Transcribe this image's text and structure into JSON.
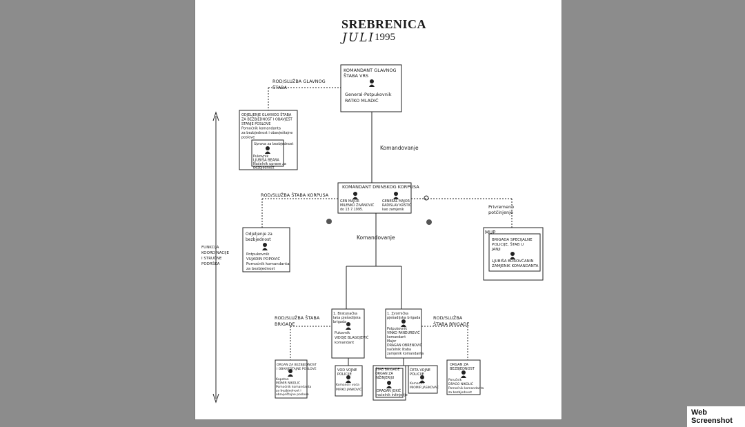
{
  "header": {
    "title": "SREBRENICA",
    "month": "JULI",
    "year": "1995"
  },
  "badge": "Web Screenshot",
  "nodes": {
    "main_staff": [
      "KOMANDANT GLAVNOG",
      "ŠTABA VRS",
      "General-Potpukovnik",
      "RATKO MLADIĆ"
    ],
    "security_admin": [
      "ODJELJENJE GLAVNOG ŠTABA",
      "ZA BEZBJEDNOST I OBAVJEŠT",
      "STANJE POSLOVE",
      "Pomoćnik komandanta",
      "za bezbjednost i obavještajne",
      "poslove",
      "Uprava za bezbjednost",
      "Pukovnik",
      "LJUBIŠA BEARA",
      "Načelnik uprave za",
      "bezbjednost"
    ],
    "corps_commander": [
      "KOMANDANT DRINSKOG KORPUSA",
      "GENERAL MAJOR",
      "RADISLAV KRSTIĆ",
      "kao zamjenik",
      "GEN MAJOR",
      "MILENKO ŽIVANOVIĆ",
      "do 13.7.1995."
    ],
    "corps_security": [
      "Odjeljenje za",
      "bezbjednost",
      "Potpukovnik",
      "VUJADIN POPOVIĆ",
      "Pomoćnik komandanta",
      "za bezbjednost"
    ],
    "mup": [
      "MUP",
      "BRIGADA SPECIJALNE",
      "POLICIJE, ŠTAB U",
      "JANJI",
      "LJUBIŠA BOROVČANIN",
      "ZAMJENIK KOMANDANTA"
    ],
    "bratunac": [
      "1. Bratunačka",
      "laka pješadijska",
      "brigada",
      "Pukovnik",
      "VIDOJE BLAGOJEVIĆ",
      "komandant"
    ],
    "zvornik": [
      "1. Zvornička",
      "pješadijska brigada",
      "Potpukovnik",
      "VINKO PANDUREVIĆ",
      "komandant",
      "Major",
      "DRAGAN OBRENOVIĆ",
      "načelnik štaba",
      "zamjenik komandanta"
    ],
    "bratunac_security": [
      "ORGAN ZA BEZBJEDNOST",
      "I OBAVJEŠTAJNE POSLOVE",
      "Kapetan",
      "MOMIR NIKOLIĆ",
      "Pomoćnik komandanta",
      "za bezbjednost i",
      "obavještajne poslove"
    ],
    "police_b": [
      "VOD VOJNE",
      "POLICIJE",
      "Komandir voda",
      "MIRKO JANKOVIĆ"
    ],
    "engineering": [
      "ŠTAB BRIGADE",
      "ORGAN ZA",
      "INŽINJERIJU",
      "DRAGAN JOKIĆ",
      "načelnik inžinjerije"
    ],
    "police_z": [
      "ČETA VOJNE",
      "POLICIJE",
      "Komandir",
      "MIOMIR JASIKOVAC"
    ],
    "zvornik_security": [
      "ORGAN ZA",
      "BEZBJEDNOST",
      "Poručnik",
      "DRAGO NIKOLIĆ",
      "Pomoćnik komandanta",
      "za bezbjednost"
    ]
  },
  "labels": {
    "rod_main": [
      "ROD/SLUŽBA GLAVNOG",
      "ŠTABA"
    ],
    "komandovanje": "Komandovanje",
    "rod_corps": "ROD/SLUŽBA ŠTABA KORPUSA",
    "privremeno": [
      "Privremeno",
      "potčinjenje"
    ],
    "funkcija": [
      "FUNKCIJA",
      "KOORDINACIJE",
      "I STRUČNE",
      "PODRŠKA"
    ],
    "rod_brigade_left": [
      "ROD/SLUŽBA ŠTABA",
      "BRIGADE"
    ],
    "rod_brigade_right": [
      "ROD/SLUŽBA",
      "ŠTABA BRIGADE"
    ]
  }
}
